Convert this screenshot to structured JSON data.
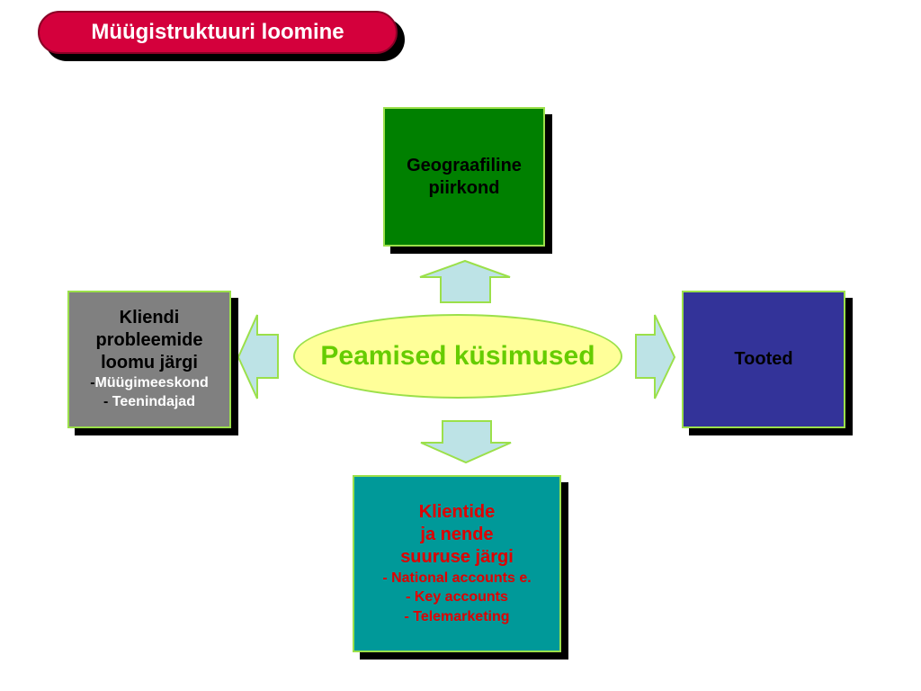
{
  "title": "Müügistruktuuri loomine",
  "center": "Peamised küsimused",
  "top_box": {
    "line1": "Geograafiline",
    "line2": "piirkond"
  },
  "left_box": {
    "line1": "Kliendi",
    "line2": "probleemide",
    "line3": "loomu järgi",
    "items": [
      "Müügimeeskond",
      "Teenindajad"
    ]
  },
  "right_box": {
    "label": "Tooted"
  },
  "bottom_box": {
    "line1": "Klientide",
    "line2": "ja nende",
    "line3": "suuruse järgi",
    "items": [
      "- National accounts e.",
      "- Key accounts",
      "- Telemarketing"
    ]
  },
  "colors": {
    "title_bg": "#d4003c",
    "top_box": "#008000",
    "left_box": "#808080",
    "right_box": "#333399",
    "bottom_box": "#009999",
    "center_fill": "#ffff99",
    "center_text": "#66cc00",
    "arrow_fill": "#bde3e6",
    "border": "#9be04a"
  }
}
